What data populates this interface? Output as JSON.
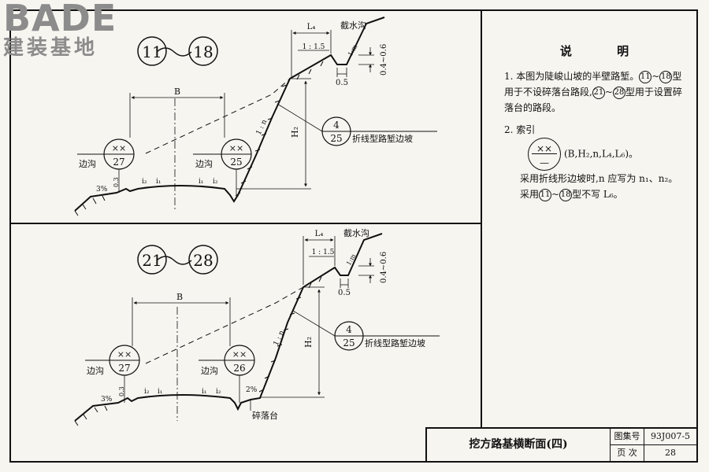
{
  "logo": {
    "brand": "BADE",
    "subtitle": "建装基地"
  },
  "top": {
    "range": {
      "start": "11",
      "end": "18"
    },
    "width_label": "B",
    "ditch_left": {
      "label": "边沟",
      "top": "××",
      "bottom": "27"
    },
    "ditch_right": {
      "label": "边沟",
      "top": "××",
      "bottom": "25"
    },
    "slope_index": {
      "top": "4",
      "bottom": "25",
      "label": "折线型路堑边坡"
    },
    "slope_pct": "3%",
    "depth": "0.3",
    "i2a": "i₂",
    "i1a": "i₁",
    "i1b": "i₁",
    "i2b": "i₂",
    "slope_ratio": "1 : n",
    "height": "H₂",
    "l_label": "L₄",
    "ratio": "1 : 1.5",
    "intercept": "截水沟",
    "ditch_ratio": "1:m",
    "bottom_width": "0.5",
    "ditch_depth": "0.4~0.6"
  },
  "bottom": {
    "range": {
      "start": "21",
      "end": "28"
    },
    "width_label": "B",
    "ditch_left": {
      "label": "边沟",
      "top": "××",
      "bottom": "27"
    },
    "ditch_right": {
      "label": "边沟",
      "top": "××",
      "bottom": "26"
    },
    "slope_index": {
      "top": "4",
      "bottom": "25",
      "label": "折线型路堑边坡"
    },
    "slope_pct": "3%",
    "depth": "0.3",
    "platform_pct": "2%",
    "platform": "碎落台",
    "i2a": "i₂",
    "i1a": "i₁",
    "i1b": "i₁",
    "i2b": "i₂",
    "slope_ratio": "1 : n",
    "height": "H₂",
    "l_label": "L₄",
    "ratio": "1 : 1.5",
    "intercept": "截水沟",
    "ditch_ratio": "1:m",
    "bottom_width": "0.5",
    "ditch_depth": "0.4~0.6"
  },
  "notes": {
    "title": "说 明",
    "n1_pre": "1. 本图为陡峻山坡的半壁路堑。",
    "n1_c1": "11",
    "n1_tilde1": "~",
    "n1_c2": "18",
    "n1_mid": "型用于不设碎落台路段,",
    "n1_c3": "21",
    "n1_tilde2": "~",
    "n1_c4": "28",
    "n1_end": "型用于设置碎落台的路段。",
    "n2_pre": "2. 索引",
    "idx_top": "××",
    "idx_bottom": "—",
    "idx_params": "(B,H₂,n,L₄,L₆)。",
    "n2_line2": "采用折线形边坡时,n 应写为 n₁、n₂。",
    "n2_line3_pre": "采用",
    "n2_c1": "11",
    "n2_tilde": "~",
    "n2_c2": "18",
    "n2_line3_end": "型不写 L₆。"
  },
  "title_block": {
    "title": "挖方路基横断面(四)",
    "atlas_label": "图集号",
    "atlas_value": "93J007-5",
    "page_label": "页 次",
    "page_value": "28"
  }
}
